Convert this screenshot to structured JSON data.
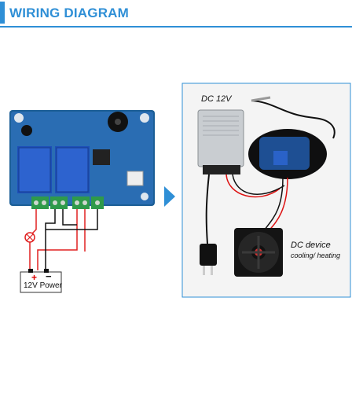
{
  "header": {
    "title": "WIRING DIAGRAM",
    "accent_color": "#2f8fd6"
  },
  "left": {
    "power_label": "12V Power",
    "plus_sign": "+",
    "minus_sign": "−",
    "wire_colors": {
      "red": "#e02020",
      "black": "#111111"
    }
  },
  "right": {
    "dc_label": "DC 12V",
    "device_label": "DC device",
    "device_sublabel": "cooling/ heating"
  },
  "icons": [
    "arrow-right-icon",
    "lamp-icon",
    "relay-board-icon",
    "fan-icon",
    "plug-icon",
    "power-supply-icon",
    "probe-icon"
  ]
}
